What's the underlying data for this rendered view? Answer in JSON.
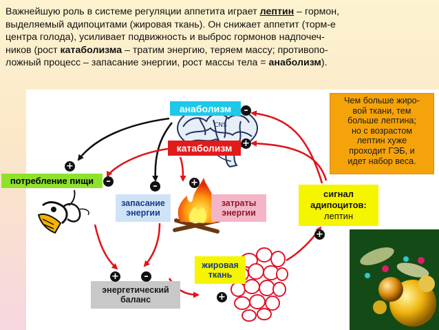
{
  "paragraph": {
    "l1a": "Важнейшую роль в системе регуляции аппетита играет ",
    "l1b": "лептин",
    "l1c": " – гормон,",
    "l2": "выделяемый адипоцитами (жировая ткань). Он снижает аппетит (торм-е",
    "l3": "центра голода), усиливает подвижность и выброс гормонов надпочеч-",
    "l4a": "ников (рост ",
    "l4b": "катаболизма",
    "l4c": " – тратим энергию, теряем массу; противопо-",
    "l5a": "ложный процесс – запасание энергии, рост массы тела = ",
    "l5b": "анаболизм",
    "l5c": ")."
  },
  "boxes": {
    "anabolism": "анаболизм",
    "catabolism": "катаболизм",
    "food_intake": "потребление пищи",
    "energy_storage": "запасание энергии",
    "energy_expenditure": "затраты энергии",
    "adipocyte_signal_title": "сигнал адипоцитов:",
    "adipocyte_signal_value": "лептин",
    "fat_tissue": "жировая ткань",
    "energy_balance": "энергетический баланс"
  },
  "brain_label": "CNS",
  "signs": {
    "plus": "+",
    "minus": "–"
  },
  "note": {
    "l1": "Чем больше жиро-",
    "l2": "вой ткани, тем",
    "l3": "больше лептина;",
    "l4": "но с возрастом",
    "l5": "лептин хуже",
    "l6": "проходит ГЭБ, и",
    "l7": "идет набор веса."
  },
  "colors": {
    "anabolism_bg": "#1ec8e8",
    "catabolism_bg": "#e11a1a",
    "food_bg": "#8fe22a",
    "storage_bg": "#cfe3f7",
    "expenditure_bg": "#f4b6c6",
    "signal_bg": "#f5f500",
    "fat_bg": "#f5f500",
    "balance_bg": "#c8c8c8",
    "note_bg": "#f5a30b"
  }
}
